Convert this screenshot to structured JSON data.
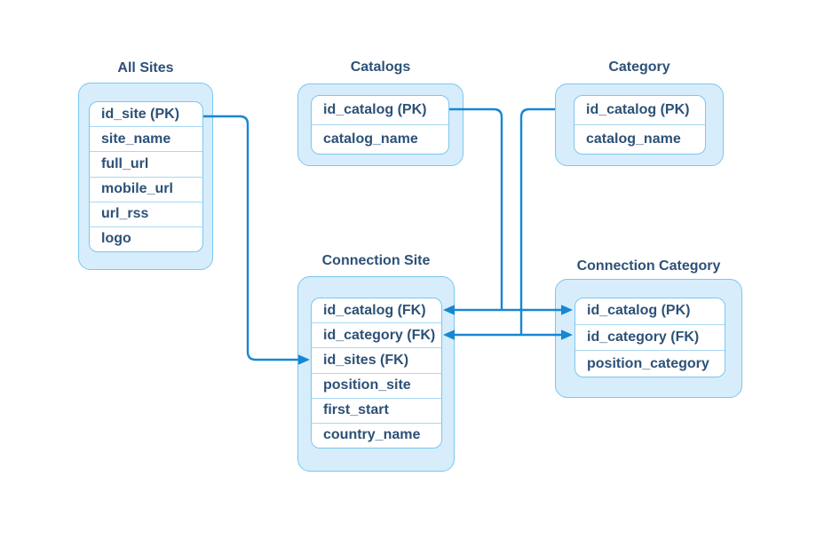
{
  "diagram_title": "",
  "colors": {
    "canvas_bg": "#ffffff",
    "box_fill": "#d7edfb",
    "box_border": "#7cc6ef",
    "inner_fill": "#ffffff",
    "row_divider": "#a6d9f4",
    "text": "#2d5177",
    "connector": "#1787d2"
  },
  "tables": {
    "all_sites": {
      "title": "All Sites",
      "rows": [
        "id_site (PK)",
        "site_name",
        "full_url",
        "mobile_url",
        "url_rss",
        "logo"
      ]
    },
    "catalogs": {
      "title": "Catalogs",
      "rows": [
        "id_catalog (PK)",
        "catalog_name"
      ]
    },
    "category": {
      "title": "Category",
      "rows": [
        "id_catalog (PK)",
        "catalog_name"
      ]
    },
    "connection_site": {
      "title": "Connection Site",
      "rows": [
        "id_catalog (FK)",
        "id_category (FK)",
        "id_sites (FK)",
        "position_site",
        "first_start",
        "country_name"
      ]
    },
    "connection_category": {
      "title": "Connection Category",
      "rows": [
        "id_catalog (PK)",
        "id_category (FK)",
        "position_category"
      ]
    }
  },
  "relationships": [
    {
      "from_table": "All Sites",
      "from_field": "id_site (PK)",
      "to_table": "Connection Site",
      "to_field": "id_sites (FK)"
    },
    {
      "from_table": "Catalogs",
      "from_field": "id_catalog (PK)",
      "to_table": "Connection Site",
      "to_field": "id_catalog (FK)"
    },
    {
      "from_table": "Catalogs",
      "from_field": "id_catalog (PK)",
      "to_table": "Connection Category",
      "to_field": "id_catalog (PK)"
    },
    {
      "from_table": "Category",
      "from_field": "id_catalog (PK)",
      "to_table": "Connection Site",
      "to_field": "id_category (FK)"
    },
    {
      "from_table": "Category",
      "from_field": "id_catalog (PK)",
      "to_table": "Connection Category",
      "to_field": "id_category (FK)"
    }
  ]
}
